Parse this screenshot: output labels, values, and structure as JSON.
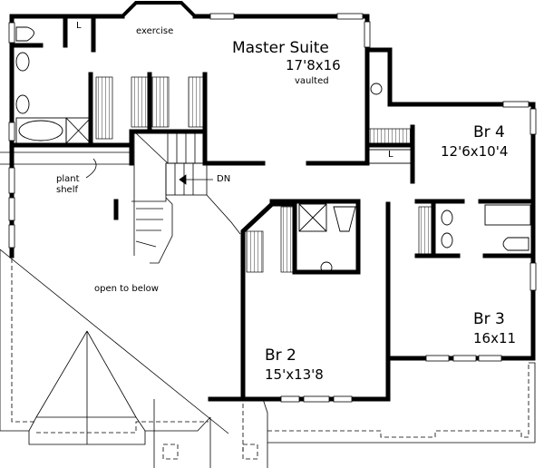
{
  "labels": {
    "exercise": "exercise",
    "master_suite": "Master Suite",
    "master_dim": "17'8x16",
    "vaulted": "vaulted",
    "br4": "Br 4",
    "br4_dim": "12'6x10'4",
    "br3": "Br 3",
    "br3_dim": "16x11",
    "br2": "Br 2",
    "br2_dim": "15'x13'8",
    "plant_shelf_1": "plant",
    "plant_shelf_2": "shelf",
    "open_to_below": "open to below",
    "dn": "DN",
    "linen_1": "L",
    "linen_2": "L"
  },
  "colors": {
    "wall": "#000000",
    "background": "#ffffff"
  }
}
